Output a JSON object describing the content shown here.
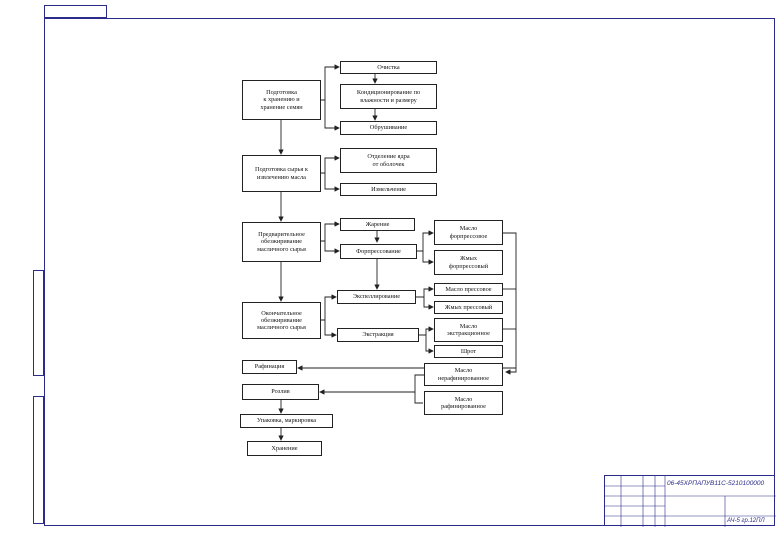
{
  "diagram": {
    "stages": {
      "storage": "Подготовка\nк хранению и\nхранение семян",
      "prep": "Подготовка сырья к\nизвлечению масла",
      "prelim": "Предварительное\nобезжиривание\nмасличного сырья",
      "final": "Окончательное\nобезжиривание\nмасличного сырья"
    },
    "steps": {
      "cleaning": "Очистка",
      "conditioning": "Кондиционирование по\nвлажности и размеру",
      "hulling": "Обрушивание",
      "kernel_sep": "Отделение ядра\nот оболочек",
      "grinding": "Измельчение",
      "roasting": "Жарение",
      "prepressing": "Форпрессование",
      "expelling": "Экспеллирование",
      "extraction": "Экстракция"
    },
    "products": {
      "oil_prepress": "Масло\nфорпрессовое",
      "cake_prepress": "Жмых\nфорпрессовый",
      "oil_press": "Масло прессовое",
      "cake_press": "Жмых прессовый",
      "oil_extract": "Масло\nэкстракционное",
      "meal": "Шрот",
      "oil_unrefined": "Масло\nнерафинированное",
      "oil_refined": "Масло\nрафинированное"
    },
    "final_steps": {
      "refining": "Рафинация",
      "bottling": "Розлив",
      "packing": "Упаковка, маркировка",
      "storage_end": "Хранение"
    }
  },
  "title_block": {
    "doc_code": "06-45ХРПАПУВ11С-5210100000",
    "sheet_code": "АЧ-5 гр.12ПЛ"
  }
}
